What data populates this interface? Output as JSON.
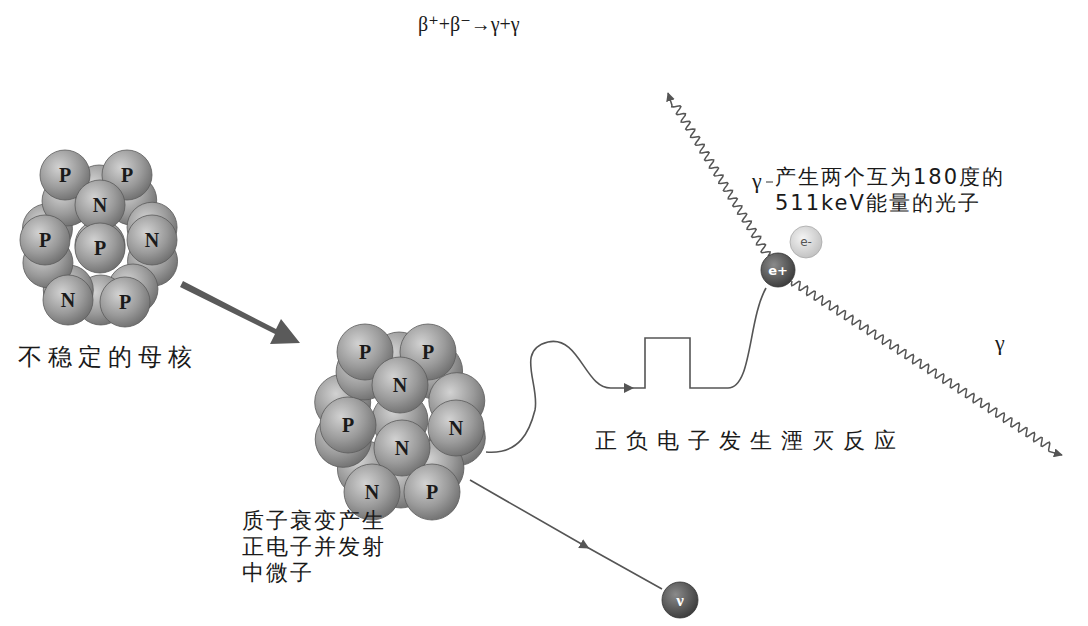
{
  "diagram": {
    "labels": [
      "β⁺+β⁻→γ+γ",
      "γ",
      "产生两个互为180度的 511keV能量的光子",
      "γ",
      "不稳定的母核",
      "正负电子发生湮灭反应",
      "质子衰变产生 正电子并发射 中微子",
      "P",
      "P",
      "N",
      "P",
      "P",
      "N",
      "N",
      "P",
      "P",
      "P",
      "N",
      "P",
      "N",
      "N",
      "N",
      "P",
      "e-",
      "e+",
      "ν"
    ]
  }
}
